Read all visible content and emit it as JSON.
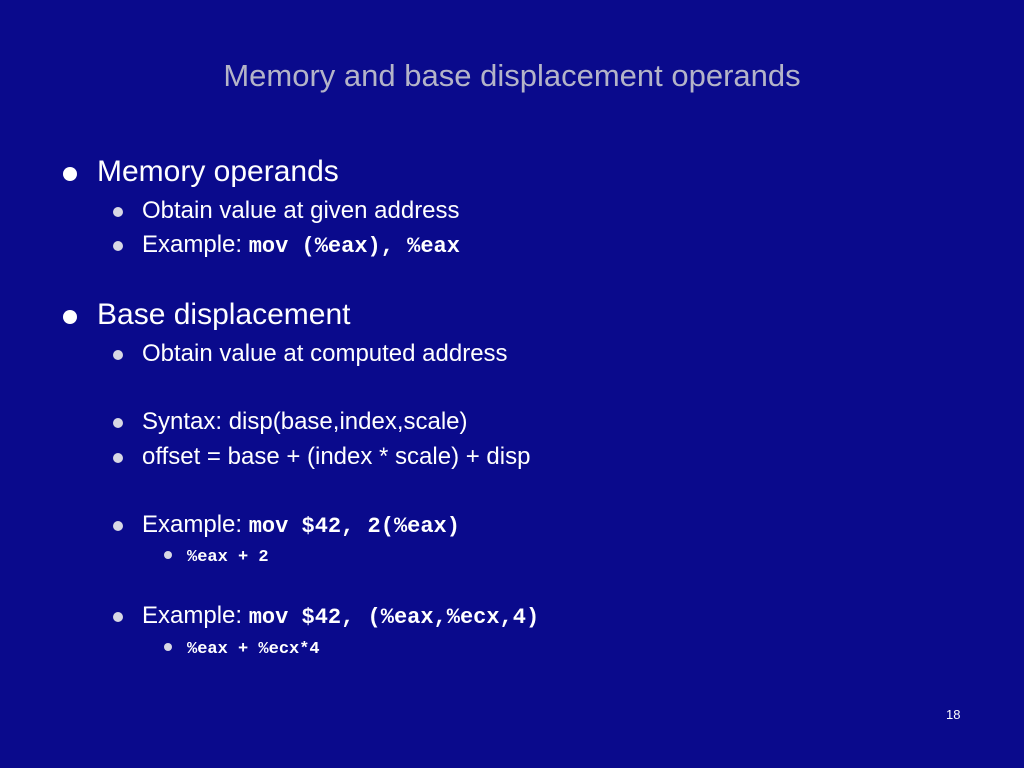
{
  "slide": {
    "title": "Memory and base displacement operands",
    "page_number": "18",
    "bullets": {
      "memory_operands": "Memory operands",
      "obtain_given": "Obtain value at given address",
      "example_label_1": "Example: ",
      "example_code_1": "mov (%eax), %eax",
      "base_displacement": "Base displacement",
      "obtain_computed": "Obtain value at computed address",
      "syntax": "Syntax: disp(base,index,scale)",
      "offset": "offset = base + (index * scale) + disp",
      "example_label_2": "Example: ",
      "example_code_2": "mov $42, 2(%eax)",
      "sub_code_2": "%eax + 2",
      "example_label_3": "Example: ",
      "example_code_3": "mov $42, (%eax,%ecx,4)",
      "sub_code_3": "%eax + %ecx*4"
    }
  }
}
